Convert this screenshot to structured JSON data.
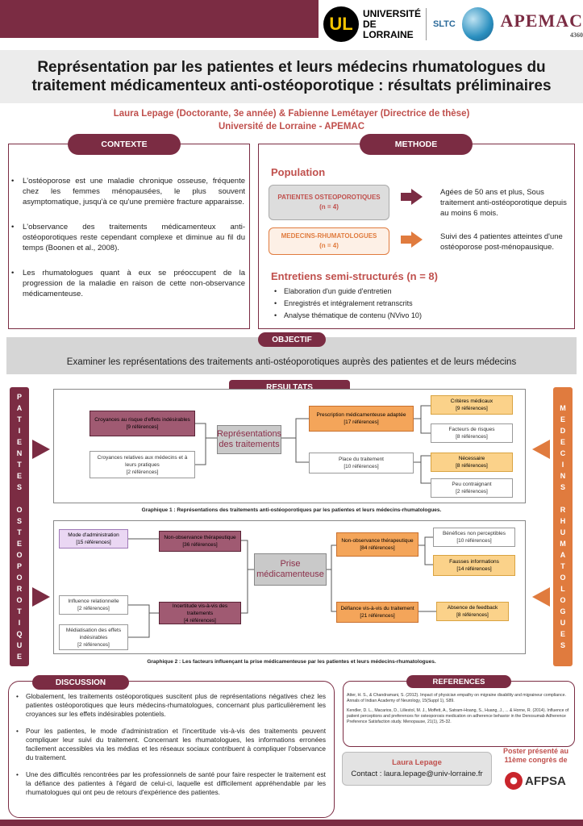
{
  "header": {
    "logo_ul_text": "UNIVERSITÉ DE LORRAINE",
    "logo_ul_mark": "UL",
    "logo_sltc": "SLTC",
    "logo_apemac": "APEMAC",
    "logo_apemac_code": "4360"
  },
  "title": "Représentation par les patientes et leurs médecins rhumatologues du traitement médicamenteux anti-ostéoporotique : résultats préliminaires",
  "authors": "Laura Lepage (Doctorante, 3e année) & Fabienne Lemétayer (Directrice de thèse)",
  "affiliation": "Université de Lorraine - APEMAC",
  "contexte": {
    "heading": "CONTEXTE",
    "bullets": [
      "L'ostéoporose est une maladie chronique osseuse, fréquente chez les femmes ménopausées, le plus souvent asymptomatique, jusqu'à ce qu'une première fracture apparaisse.",
      "L'observance des traitements médicamenteux anti-ostéoporotiques reste cependant complexe et diminue au fil du temps (Boonen et al., 2008).",
      "Les rhumatologues quant à eux se préoccupent de la progression de la maladie en raison de cette non-observance médicamenteuse."
    ]
  },
  "methode": {
    "heading": "METHODE",
    "population_title": "Population",
    "box1": "PATIENTES OSTEOPOROTIQUES",
    "box1_n": "(n = 4)",
    "box1_desc": "Agées de 50 ans et plus, Sous traitement anti-ostéoporotique depuis au moins 6 mois.",
    "box2": "MEDECINS-RHUMATOLOGUES",
    "box2_n": "(n = 4)",
    "box2_desc": "Suivi des 4 patientes atteintes d'une ostéoporose post-ménopausique.",
    "entretiens_title": "Entretiens semi-structurés (n = 8)",
    "bullets": [
      "Elaboration d'un guide d'entretien",
      "Enregistrés et intégralement retranscrits",
      "Analyse thématique de contenu (NVivo 10)"
    ]
  },
  "objectif": {
    "heading": "OBJECTIF",
    "text": "Examiner les représentations des traitements anti-ostéoporotiques auprès des patientes et de leurs médecins"
  },
  "resultats": {
    "heading": "RESULTATS",
    "left_side": [
      "P",
      "A",
      "T",
      "I",
      "E",
      "N",
      "T",
      "E",
      "S",
      "",
      "O",
      "S",
      "T",
      "E",
      "O",
      "P",
      "O",
      "R",
      "O",
      "T",
      "I",
      "Q",
      "U",
      "E",
      "S"
    ],
    "right_side": [
      "M",
      "E",
      "D",
      "E",
      "C",
      "I",
      "N",
      "S",
      "",
      "R",
      "H",
      "U",
      "M",
      "A",
      "T",
      "O",
      "L",
      "O",
      "G",
      "U",
      "E",
      "S"
    ],
    "g1": {
      "center": "Représentations des traitements",
      "l1": "Croyances au risque d'effets indésirables",
      "l1_ref": "[9 références]",
      "l2": "Croyances relatives aux médecins et à leurs pratiques",
      "l2_ref": "[2 références]",
      "r1": "Prescription médicamenteuse adaptée",
      "r1_ref": "[17 références]",
      "r2": "Place du traitement",
      "r2_ref": "[10 références]",
      "rr1": "Critères médicaux",
      "rr1_ref": "[9 références]",
      "rr2": "Facteurs de risques",
      "rr2_ref": "[8 références]",
      "rr3": "Nécessaire",
      "rr3_ref": "[8 références]",
      "rr4": "Peu contraignant",
      "rr4_ref": "[2 références]",
      "caption": "Graphique 1 : Représentations des traitements anti-ostéoporotiques par les patientes et leurs médecins-rhumatologues."
    },
    "g2": {
      "center": "Prise médicamenteuse",
      "ll1": "Mode d'administration",
      "ll1_ref": "[15 références]",
      "ll2": "Influence relationnelle",
      "ll2_ref": "[2 références]",
      "ll3": "Médiatisation des effets indésirables",
      "ll3_ref": "[2 références]",
      "l1": "Non-observance thérapeutique",
      "l1_ref": "[36 références]",
      "l2": "Incertitude vis-à-vis des traitements",
      "l2_ref": "[4 références]",
      "r1": "Non-observance thérapeutique",
      "r1_ref": "[84 références]",
      "r2": "Défiance vis-à-vis du traitement",
      "r2_ref": "[21 références]",
      "rr1": "Bénéfices non perceptibles",
      "rr1_ref": "[10 références]",
      "rr2": "Fausses informations",
      "rr2_ref": "[14 références]",
      "rr3": "Absence de feedback",
      "rr3_ref": "[8 références]",
      "caption": "Graphique 2 : Les facteurs influençant la prise médicamenteuse par les patientes et leurs médecins-rhumatologues."
    }
  },
  "discussion": {
    "heading": "DISCUSSION",
    "bullets": [
      "Globalement, les traitements ostéoporotiques suscitent plus de représentations négatives chez les patientes ostéoporotiques que leurs médecins-rhumatologues, concernant plus particulièrement les croyances sur les effets indésirables potentiels.",
      "Pour les patientes, le mode d'administration et l'incertitude vis-à-vis des traitements peuvent compliquer leur suivi du traitement. Concernant les rhumatologues, les informations erronées facilement accessibles via les médias et les réseaux sociaux contribuent à compliquer l'observance du traitement.",
      "Une des difficultés rencontrées par les professionnels de santé pour faire respecter le traitement est la défiance des patientes à l'égard de celui-ci, laquelle est difficilement appréhendable par les rhumatologues qui ont peu de retours d'expérience des patientes."
    ]
  },
  "references": {
    "heading": "REFERENCES",
    "items": [
      "Atter, H. S., & Chandramani, S. (2012). Impact of physician empathy on migraine disability and migraineur compliance. Annals of Indian Academy of Neurology, 15(Suppl 1), S89.",
      "Kendler, D. L., Macarios, D., Lillestol, M. J., Moffett, A., Satram-Hoang, S., Huang, J., ... & Horne, R. (2014). Influence of patient perceptions and preferences for osteoporosis medication on adherence behavior in the Denosumab Adherence Preference Satisfaction study. Menopause, 21(1), 25-32."
    ]
  },
  "contact": {
    "name": "Laura Lepage",
    "email": "Contact : laura.lepage@univ-lorraine.fr"
  },
  "poster": {
    "line1": "Poster présenté au",
    "line2": "11ème congrès de",
    "org": "AFPSA"
  },
  "colors": {
    "maroon": "#7b2c43",
    "orange": "#e07b3e",
    "red_text": "#c0504d"
  }
}
